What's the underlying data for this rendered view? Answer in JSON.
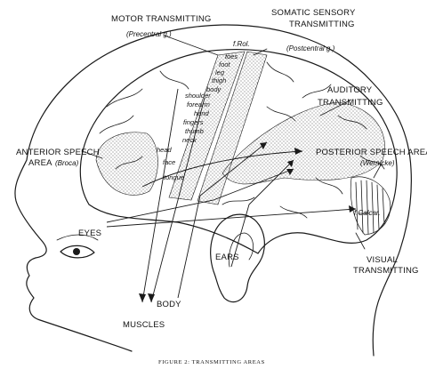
{
  "diagram": {
    "labels": {
      "motor_title": "MOTOR TRANSMITTING",
      "motor_sub": "(Precentral g.)",
      "somatic_title_1": "SOMATIC SENSORY",
      "somatic_title_2": "TRANSMITTING",
      "somatic_sub": "(Postcentral g.)",
      "rol": "f.Rol.",
      "auditory_1": "AUDITORY",
      "auditory_2": "TRANSMITTING",
      "anterior_1": "ANTERIOR SPEECH",
      "anterior_2": "AREA",
      "anterior_sub": "(Broca)",
      "posterior": "POSTERIOR SPEECH AREA",
      "posterior_sub": "(Wernicke)",
      "calcar": "f.Calcar.",
      "visual_1": "VISUAL",
      "visual_2": "TRANSMITTING",
      "eyes": "EYES",
      "ears": "EARS",
      "body": "BODY",
      "muscles": "MUSCLES",
      "caption": "FIGURE 2: TRANSMITTING AREAS"
    },
    "body_parts": [
      "toes",
      "foot",
      "leg",
      "thigh",
      "body",
      "shoulder",
      "forearm",
      "hand",
      "fingers",
      "thumb",
      "neck",
      "head",
      "face",
      "tongue"
    ]
  }
}
